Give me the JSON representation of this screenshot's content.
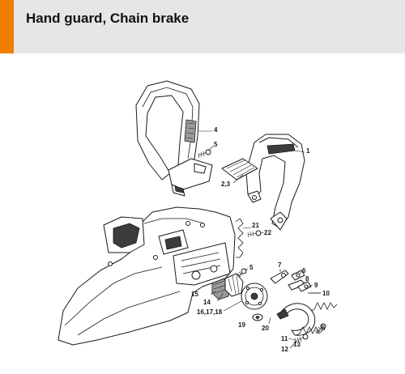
{
  "header": {
    "title": "Hand guard, Chain brake",
    "accent_color": "#f07d00",
    "background_color": "#e6e6e6"
  },
  "diagram": {
    "callouts": [
      {
        "id": "label-1",
        "text": "1"
      },
      {
        "id": "label-2-3",
        "text": "2,3"
      },
      {
        "id": "label-4",
        "text": "4"
      },
      {
        "id": "label-5-top",
        "text": "5"
      },
      {
        "id": "label-5-mid",
        "text": "5"
      },
      {
        "id": "label-5-bottom",
        "text": "5"
      },
      {
        "id": "label-6",
        "text": "6"
      },
      {
        "id": "label-7",
        "text": "7"
      },
      {
        "id": "label-8",
        "text": "8"
      },
      {
        "id": "label-9",
        "text": "9"
      },
      {
        "id": "label-10",
        "text": "10"
      },
      {
        "id": "label-11",
        "text": "11"
      },
      {
        "id": "label-12",
        "text": "12"
      },
      {
        "id": "label-13",
        "text": "13"
      },
      {
        "id": "label-14",
        "text": "14"
      },
      {
        "id": "label-15",
        "text": "15"
      },
      {
        "id": "label-16-17-18",
        "text": "16,17,18"
      },
      {
        "id": "label-19",
        "text": "19"
      },
      {
        "id": "label-20",
        "text": "20"
      },
      {
        "id": "label-21",
        "text": "21"
      },
      {
        "id": "label-22",
        "text": "22"
      }
    ],
    "icons": [
      "hand-guard-icon",
      "front-handle-icon",
      "chainsaw-housing-icon",
      "brake-band-icon",
      "spring-icon",
      "screw-icon",
      "clutch-drum-icon"
    ]
  }
}
